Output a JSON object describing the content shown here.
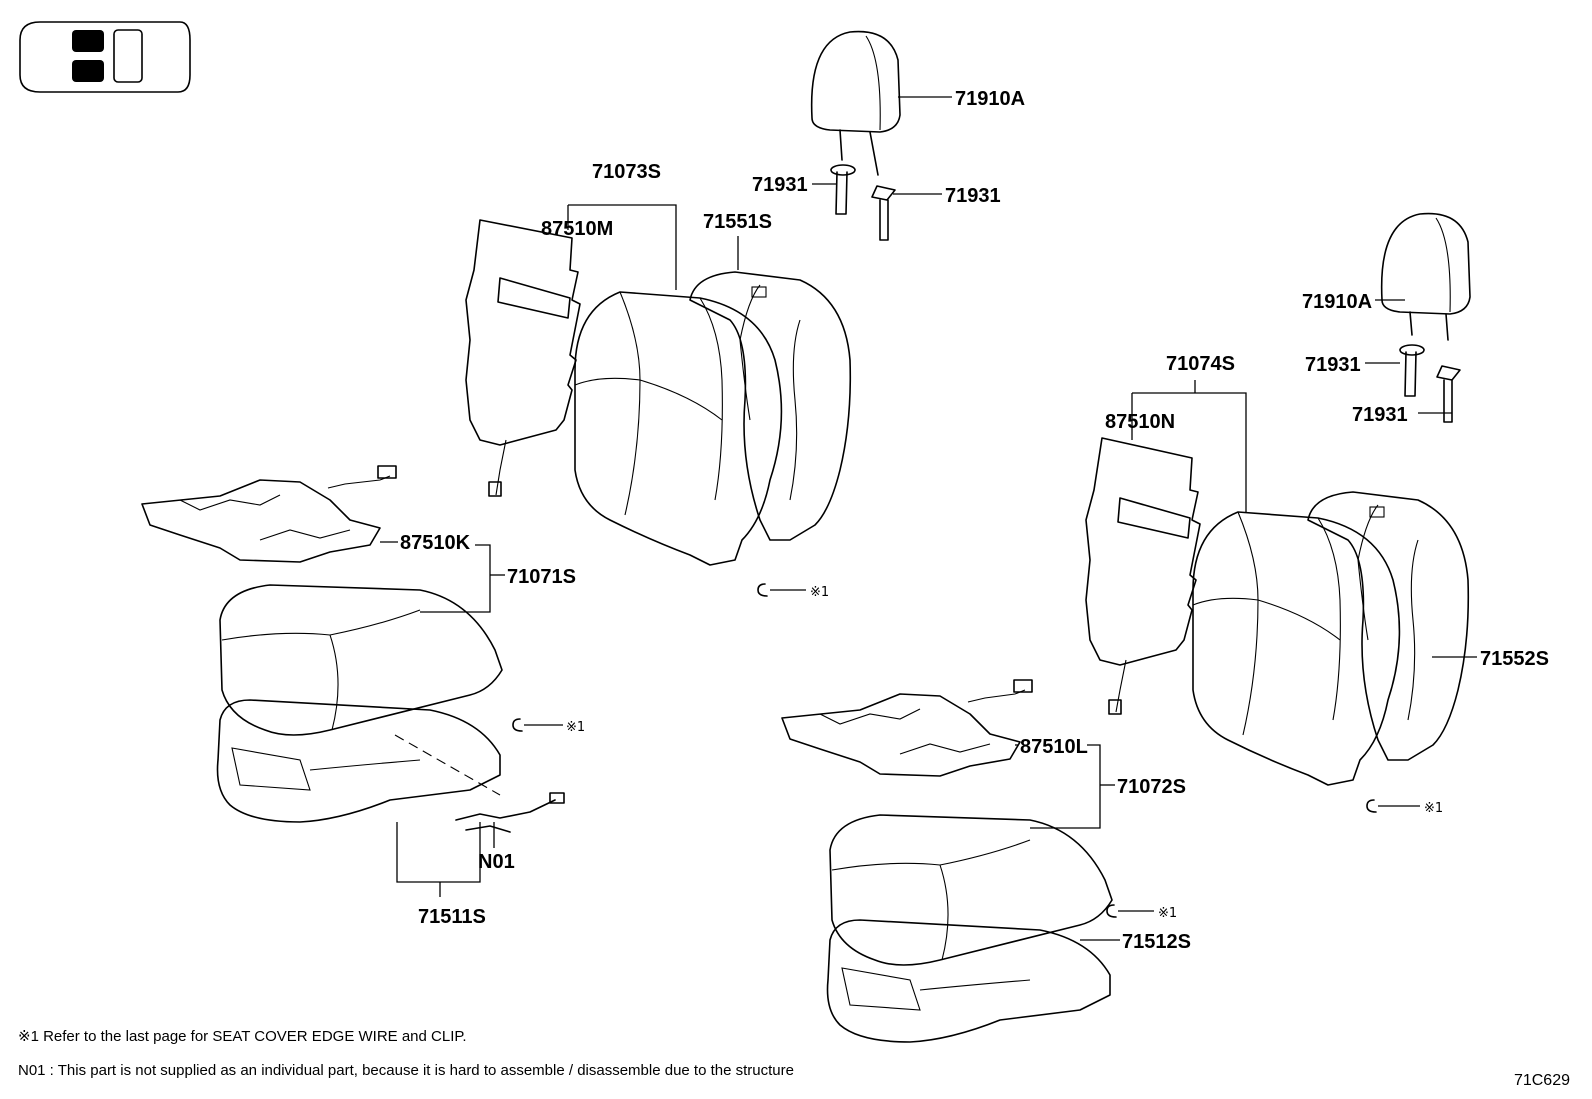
{
  "header": {
    "icon": "vehicle-seat-layout-icon"
  },
  "labels": {
    "p71910A_left": "71910A",
    "p71931_a": "71931",
    "p71931_b": "71931",
    "p71073S": "71073S",
    "p87510M": "87510M",
    "p71551S": "71551S",
    "p87510K": "87510K",
    "p71071S": "71071S",
    "p71511S": "71511S",
    "pN01": "N01",
    "p71910A_right": "71910A",
    "p71931_c": "71931",
    "p71931_d": "71931",
    "p71074S": "71074S",
    "p87510N": "87510N",
    "p71552S": "71552S",
    "p87510L": "87510L",
    "p71072S": "71072S",
    "p71512S": "71512S",
    "ref1": "※1",
    "ref2": "※1",
    "ref3": "※1",
    "ref4": "※1"
  },
  "notes": {
    "note1": "※1 Refer to the last page for SEAT COVER EDGE WIRE and CLIP.",
    "note2": "N01 : This part is not supplied as an individual part, because it is hard to assemble / disassemble due to the structure"
  },
  "figure_code": "71C629"
}
